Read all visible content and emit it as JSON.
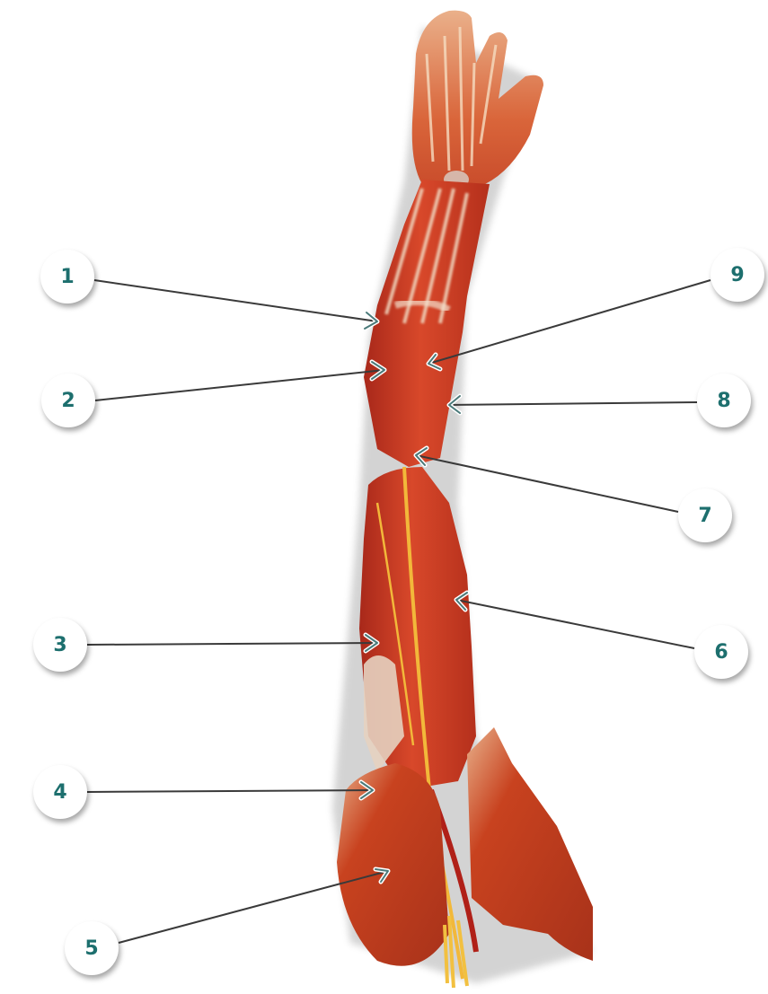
{
  "diagram": {
    "subject": "Anatomical arm musculature illustration (anterior view, shoulder to hand)",
    "colors": {
      "label_text": "#1d6f6e",
      "label_bg": "#ffffff",
      "leader_line": "#3a3a3a",
      "arrowhead": "#4a7a7a",
      "muscle": "#c8391c",
      "tendon": "#e8d2b8",
      "nerve": "#f2b83a"
    },
    "labels": [
      {
        "id": "1",
        "text": "1",
        "circle": [
          75,
          308
        ],
        "target": [
          420,
          358
        ]
      },
      {
        "id": "2",
        "text": "2",
        "circle": [
          76,
          446
        ],
        "target": [
          428,
          412
        ]
      },
      {
        "id": "3",
        "text": "3",
        "circle": [
          67,
          718
        ],
        "target": [
          420,
          716
        ]
      },
      {
        "id": "4",
        "text": "4",
        "circle": [
          67,
          882
        ],
        "target": [
          415,
          880
        ]
      },
      {
        "id": "5",
        "text": "5",
        "circle": [
          102,
          1056
        ],
        "target": [
          432,
          970
        ]
      },
      {
        "id": "6",
        "text": "6",
        "circle": [
          803,
          726
        ],
        "target": [
          508,
          668
        ]
      },
      {
        "id": "7",
        "text": "7",
        "circle": [
          785,
          574
        ],
        "target": [
          463,
          507
        ]
      },
      {
        "id": "8",
        "text": "8",
        "circle": [
          806,
          446
        ],
        "target": [
          500,
          451
        ]
      },
      {
        "id": "9",
        "text": "9",
        "circle": [
          821,
          306
        ],
        "target": [
          477,
          405
        ]
      }
    ]
  }
}
